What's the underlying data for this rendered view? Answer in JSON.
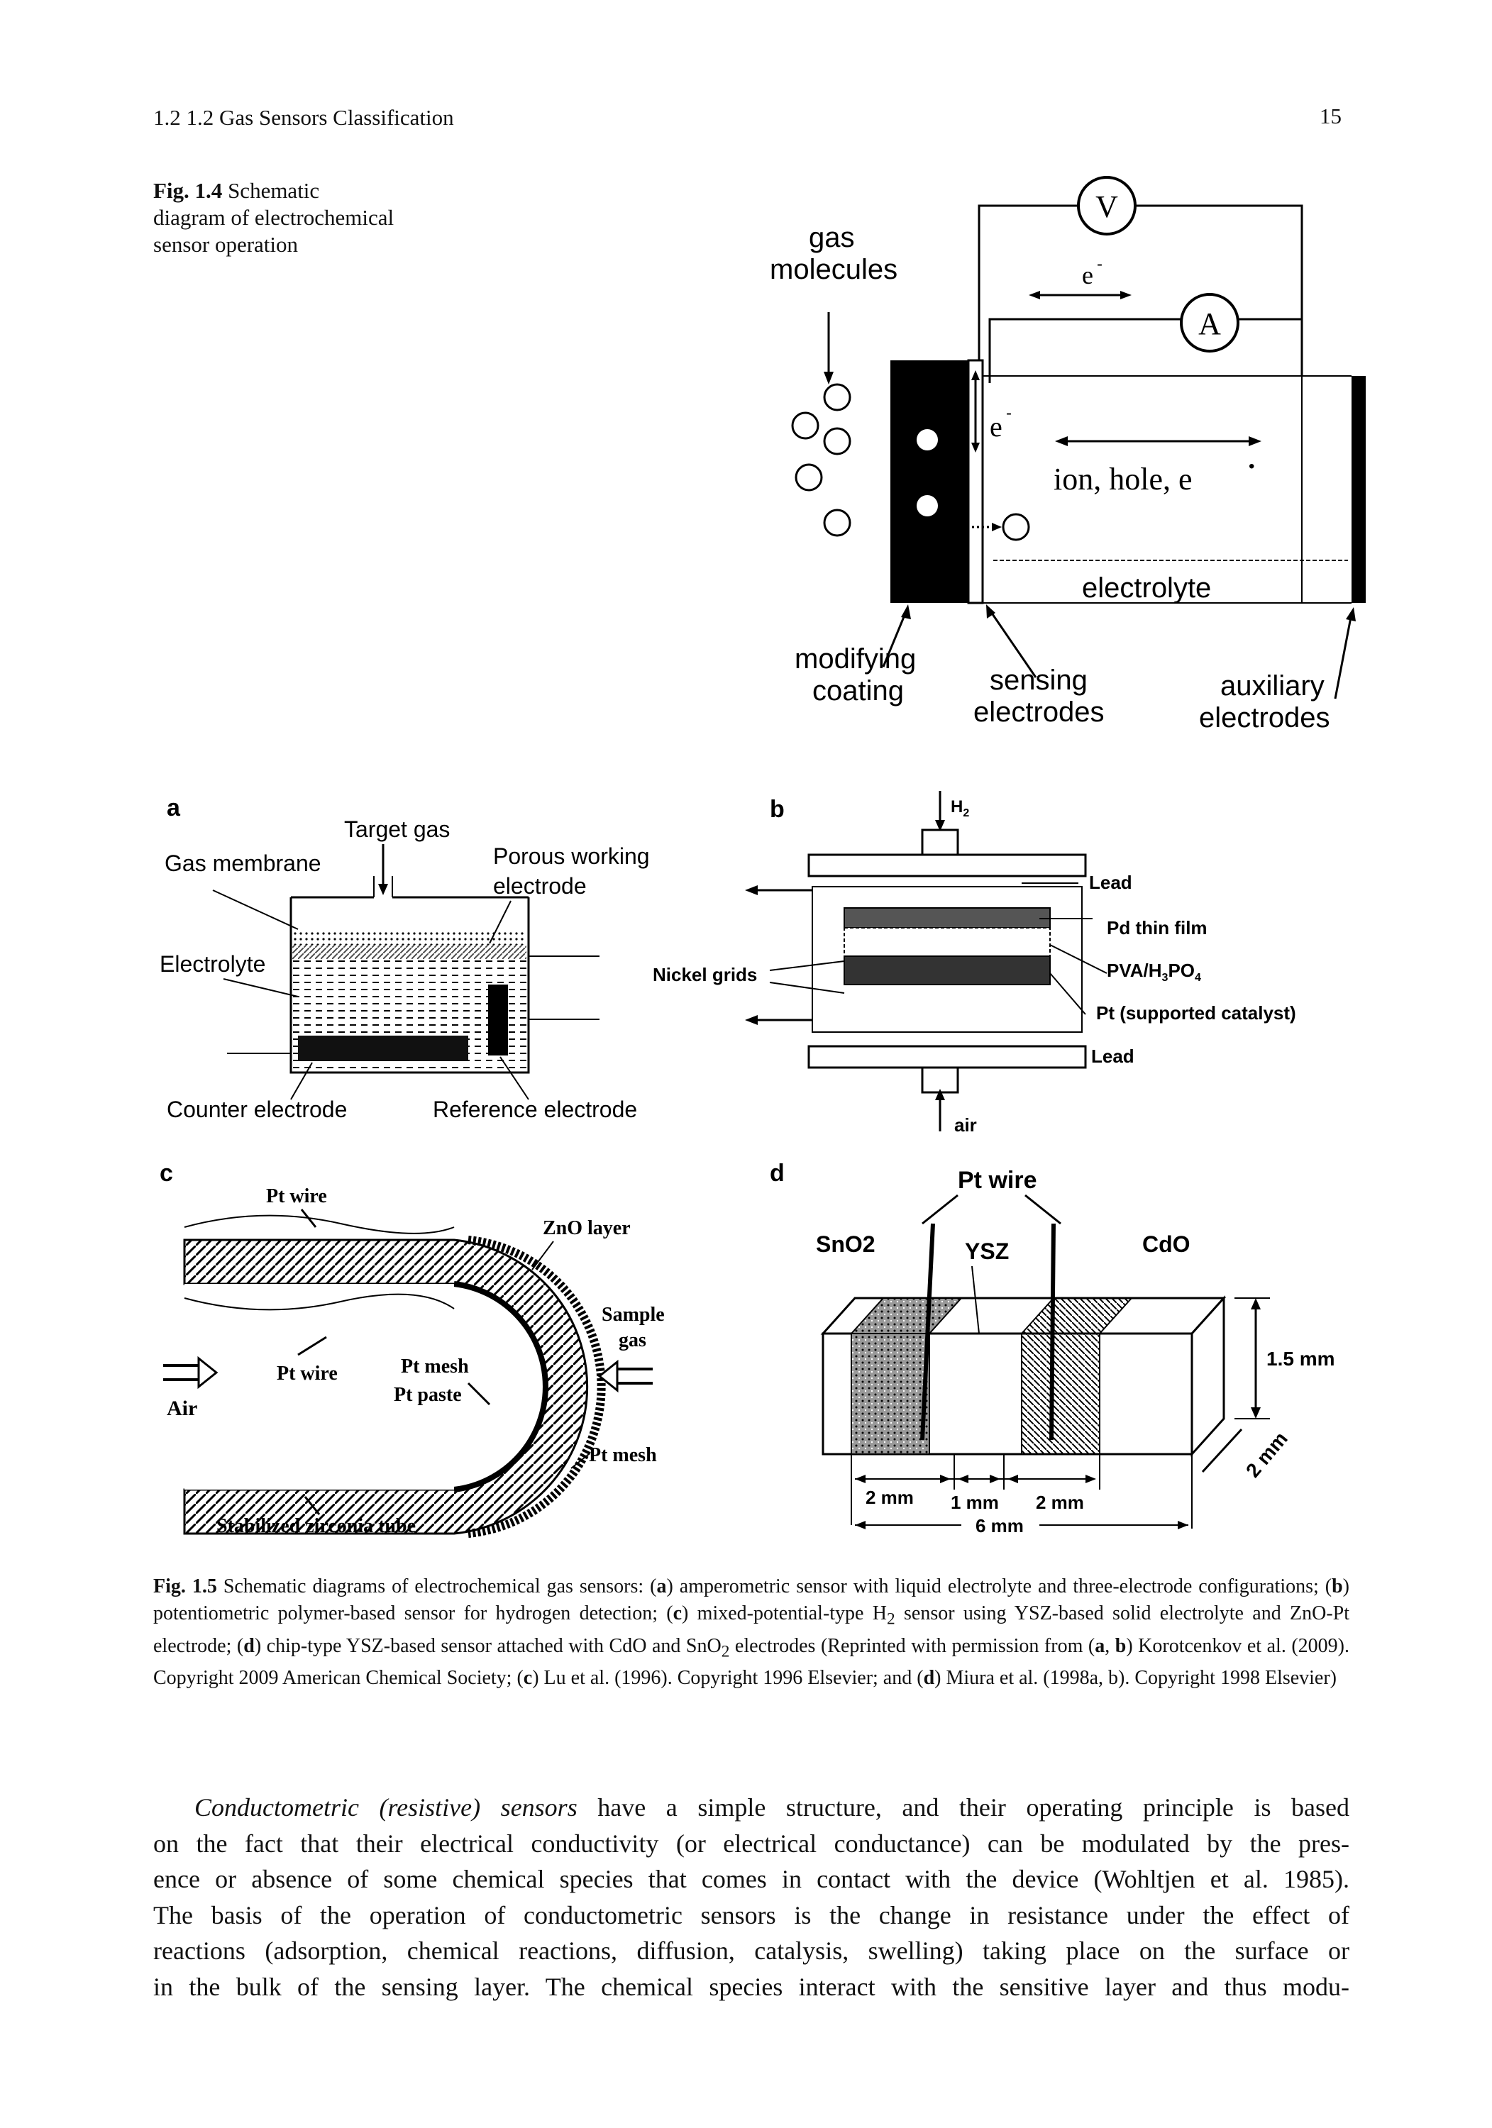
{
  "header": {
    "section": "1.2 1.2 Gas Sensors Classification",
    "page_number": "15"
  },
  "fig14": {
    "caption_label": "Fig. 1.4",
    "caption_text": "Schematic diagram of electrochemical sensor operation",
    "labels": {
      "gas1": "gas",
      "gas2": "molecules",
      "voltmeter": "V",
      "ammeter": "A",
      "e_top": "e",
      "e_inner": "e",
      "ion": "ion, hole, e",
      "electrolyte": "electrolyte",
      "mod1": "modifying",
      "mod2": "coating",
      "sens1": "sensing",
      "sens2": "electrodes",
      "aux1": "auxiliary",
      "aux2": "electrodes"
    }
  },
  "fig15": {
    "a": {
      "letter": "a",
      "target_gas": "Target gas",
      "gas_membrane": "Gas membrane",
      "porous1": "Porous working",
      "porous2": "electrode",
      "electrolyte": "Electrolyte",
      "counter": "Counter electrode",
      "reference": "Reference electrode"
    },
    "b": {
      "letter": "b",
      "h2": "H",
      "h2_sub": "2",
      "lead_top": "Lead",
      "pd": "Pd thin film",
      "pva": "PVA/H",
      "pva_sub1": "3",
      "pva_mid": "PO",
      "pva_sub2": "4",
      "pt": "Pt (supported catalyst)",
      "lead_bottom": "Lead",
      "nickel": "Nickel grids",
      "air": "air"
    },
    "c": {
      "letter": "c",
      "pt_wire_top": "Pt wire",
      "zno": "ZnO layer",
      "sample1": "Sample",
      "sample2": "gas",
      "pt_wire_mid": "Pt wire",
      "pt_mesh": "Pt mesh",
      "pt_paste": "Pt paste",
      "air": "Air",
      "pt_mesh2": "Pt mesh",
      "tube": "Stabilized zirconia tube"
    },
    "d": {
      "letter": "d",
      "pt_wire": "Pt wire",
      "sno2": "SnO2",
      "ysz": "YSZ",
      "cdo": "CdO",
      "height": "1.5 mm",
      "depth": "2 mm",
      "w1": "2 mm",
      "w2": "1 mm",
      "w3": "2 mm",
      "total": "6 mm"
    },
    "caption": [
      {
        "b": "Fig. 1.5",
        "t": " Schematic diagrams of electrochemical gas sensors: ("
      },
      {
        "b": "a",
        "t": ") amperometric sensor with liquid electrolyte and three-electrode configurations; ("
      },
      {
        "b": "b",
        "t": ") potentiometric polymer-based sensor for hydrogen detection; ("
      },
      {
        "b": "c",
        "t": ") mixed-potential-type H"
      },
      {
        "sub": "2",
        "t": " sensor using YSZ-based solid electrolyte and ZnO-Pt electrode; ("
      },
      {
        "b": "d",
        "t": ") chip-type YSZ-based sensor attached with CdO and SnO"
      },
      {
        "sub": "2",
        "t": " electrodes (Reprinted with permission from ("
      },
      {
        "b": "a",
        "t": ", "
      },
      {
        "b": "b",
        "t": ") Korotcenkov et al. (2009). Copyright 2009 American Chemical Society; ("
      },
      {
        "b": "c",
        "t": ") Lu et al. (1996). Copyright 1996 Elsevier; and ("
      },
      {
        "b": "d",
        "t": ") Miura et al. (1998a, b). Copyright 1998 Elsevier)"
      }
    ]
  },
  "body": {
    "lead_italic": "Conductometric (resistive) sensors",
    "line1": " have a simple structure, and their operating principle is based",
    "line2": "on the fact that their electrical conductivity (or electrical conductance) can be modulated by the pres-",
    "line3": "ence or absence of some chemical species that comes in contact with the device (Wohltjen et al. 1985).",
    "line4": "The basis of the operation of conductometric sensors is the change in resistance under the effect of",
    "line5": "reactions (adsorption, chemical reactions, diffusion, catalysis, swelling) taking place on the surface or",
    "line6": "in the bulk of the sensing layer. The chemical species interact with the sensitive layer and thus modu-"
  }
}
